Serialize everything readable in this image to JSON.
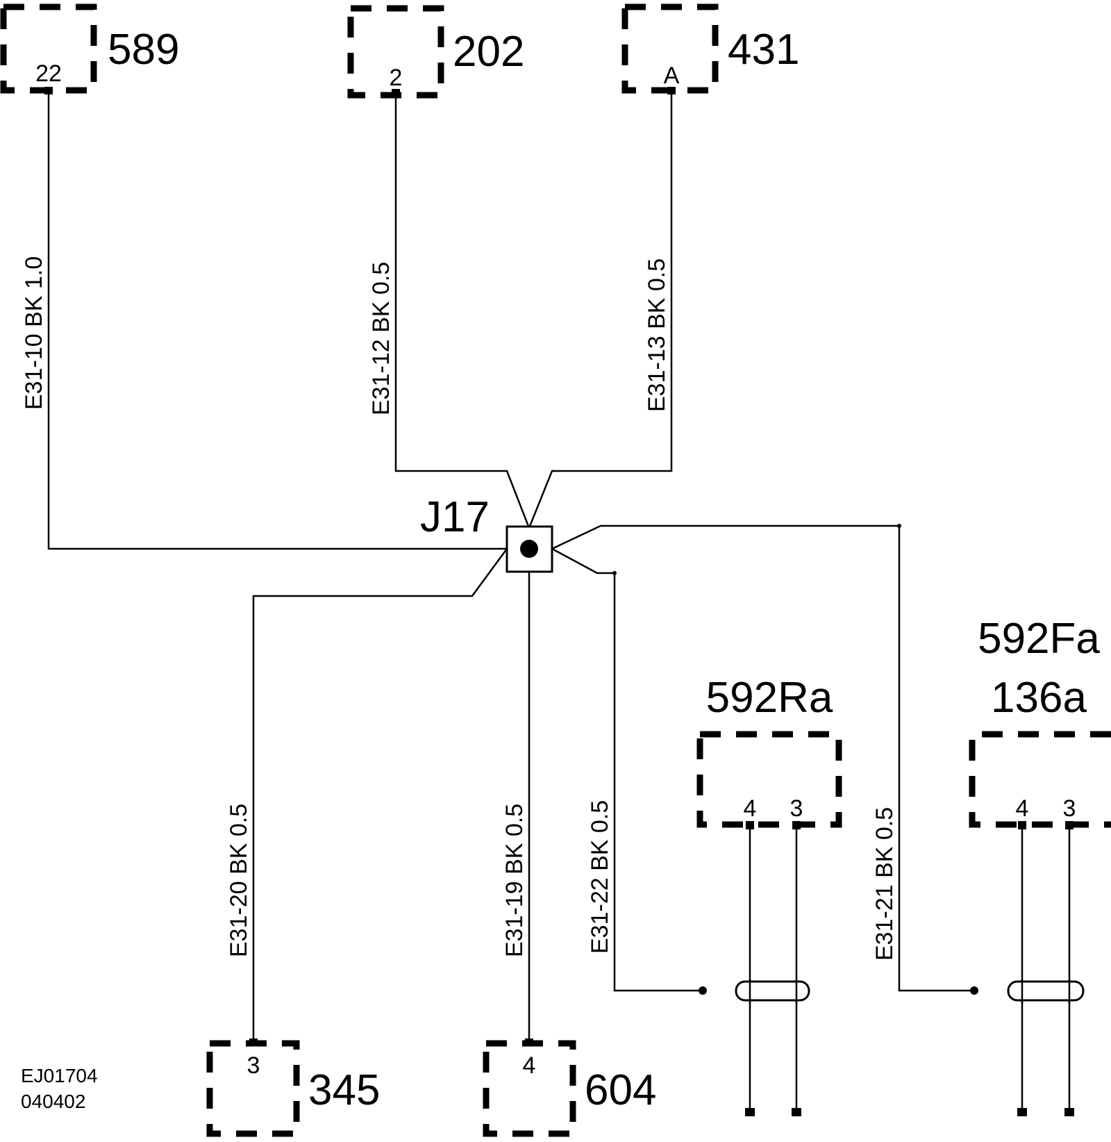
{
  "components": [
    {
      "label": "589",
      "pin": "22"
    },
    {
      "label": "202",
      "pin": "2"
    },
    {
      "label": "431",
      "pin": "A"
    },
    {
      "label": "345",
      "pin": "3"
    },
    {
      "label": "604",
      "pin": "4"
    },
    {
      "label": "592Ra",
      "pins": [
        "4",
        "3"
      ]
    },
    {
      "label_lines": [
        "592Fa",
        "136a"
      ],
      "pins": [
        "4",
        "3"
      ]
    }
  ],
  "splice": {
    "label": "J17"
  },
  "wires": [
    {
      "text": "E31-10  BK  1.0"
    },
    {
      "text": "E31-12  BK  0.5"
    },
    {
      "text": "E31-13  BK  0.5"
    },
    {
      "text": "E31-20  BK  0.5"
    },
    {
      "text": "E31-19  BK  0.5"
    },
    {
      "text": "E31-22  BK  0.5"
    },
    {
      "text": "E31-21  BK  0.5"
    }
  ],
  "footer": {
    "line1": "EJ01704",
    "line2": "040402"
  }
}
